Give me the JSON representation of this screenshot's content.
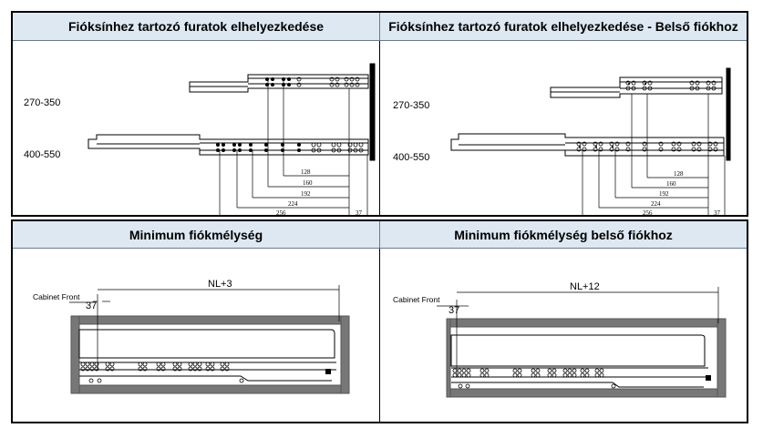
{
  "top_table": {
    "headers": [
      "Fióksínhez tartozó furatok elhelyezkedése",
      "Fióksínhez tartozó furatok elhelyezkedése - Belső fiókhoz"
    ],
    "panels": [
      {
        "size_labels": [
          "270-350",
          "400-550"
        ],
        "dimensions": [
          "128",
          "160",
          "192",
          "224",
          "256",
          "37"
        ]
      },
      {
        "size_labels": [
          "270-350",
          "400-550"
        ],
        "dimensions": [
          "128",
          "160",
          "192",
          "224",
          "256",
          "37"
        ]
      }
    ]
  },
  "bottom_table": {
    "headers": [
      "Minimum fiókmélység",
      "Minimum fiókmélység belső fiókhoz"
    ],
    "panels": [
      {
        "cabinet_front": "Cabinet Front",
        "nl": "NL+3",
        "offset": "37"
      },
      {
        "cabinet_front": "Cabinet Front",
        "nl": "NL+12",
        "offset": "37"
      }
    ]
  }
}
